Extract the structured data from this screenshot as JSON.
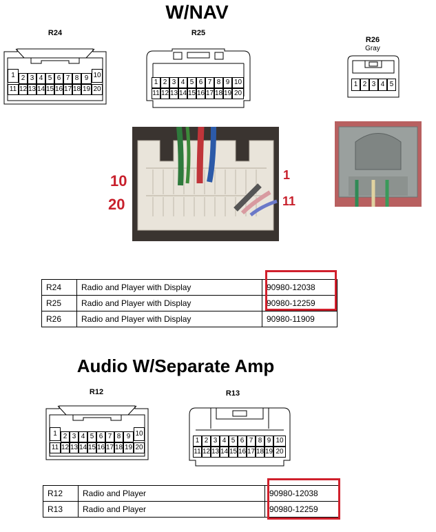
{
  "sections": [
    {
      "heading": "W/NAV"
    },
    {
      "heading": "Audio W/Separate Amp"
    }
  ],
  "connectors": {
    "R24": {
      "name": "R24",
      "pins_top": [
        "2",
        "3",
        "4",
        "5",
        "6",
        "7",
        "8",
        "9"
      ],
      "pins_bottom": [
        "11",
        "12",
        "13",
        "14",
        "15",
        "16",
        "17",
        "18",
        "19",
        "20"
      ],
      "pin_first": "1",
      "pin_last": "10"
    },
    "R25": {
      "name": "R25",
      "pins_top": [
        "1",
        "2",
        "3",
        "4",
        "5",
        "6",
        "7",
        "8",
        "9",
        "10"
      ],
      "pins_bottom": [
        "11",
        "12",
        "13",
        "14",
        "15",
        "16",
        "17",
        "18",
        "19",
        "20"
      ]
    },
    "R26": {
      "name": "R26",
      "color": "Gray",
      "pins": [
        "1",
        "2",
        "3",
        "4",
        "5"
      ]
    },
    "R12": {
      "name": "R12",
      "pins_top": [
        "2",
        "3",
        "4",
        "5",
        "6",
        "7",
        "8",
        "9"
      ],
      "pins_bottom": [
        "11",
        "12",
        "13",
        "14",
        "15",
        "16",
        "17",
        "18",
        "19",
        "20"
      ],
      "pin_first": "1",
      "pin_last": "10"
    },
    "R13": {
      "name": "R13",
      "pins_top": [
        "1",
        "2",
        "3",
        "4",
        "5",
        "6",
        "7",
        "8",
        "9",
        "10"
      ],
      "pins_bottom": [
        "11",
        "12",
        "13",
        "14",
        "15",
        "16",
        "17",
        "18",
        "19",
        "20"
      ]
    }
  },
  "photo_labels": {
    "left_top": "10",
    "left_bottom": "20",
    "right_top": "1",
    "right_bottom": "11"
  },
  "table_nav": [
    {
      "conn": "R24",
      "desc": "Radio and Player with Display",
      "part": "90980-12038"
    },
    {
      "conn": "R25",
      "desc": "Radio and Player with Display",
      "part": "90980-12259"
    },
    {
      "conn": "R26",
      "desc": "Radio and Player with Display",
      "part": "90980-11909"
    }
  ],
  "table_amp": [
    {
      "conn": "R12",
      "desc": "Radio and Player",
      "part": "90980-12038"
    },
    {
      "conn": "R13",
      "desc": "Radio and Player",
      "part": "90980-12259"
    }
  ],
  "colors": {
    "highlight": "#d0202c",
    "photo_label": "#c8202c"
  }
}
